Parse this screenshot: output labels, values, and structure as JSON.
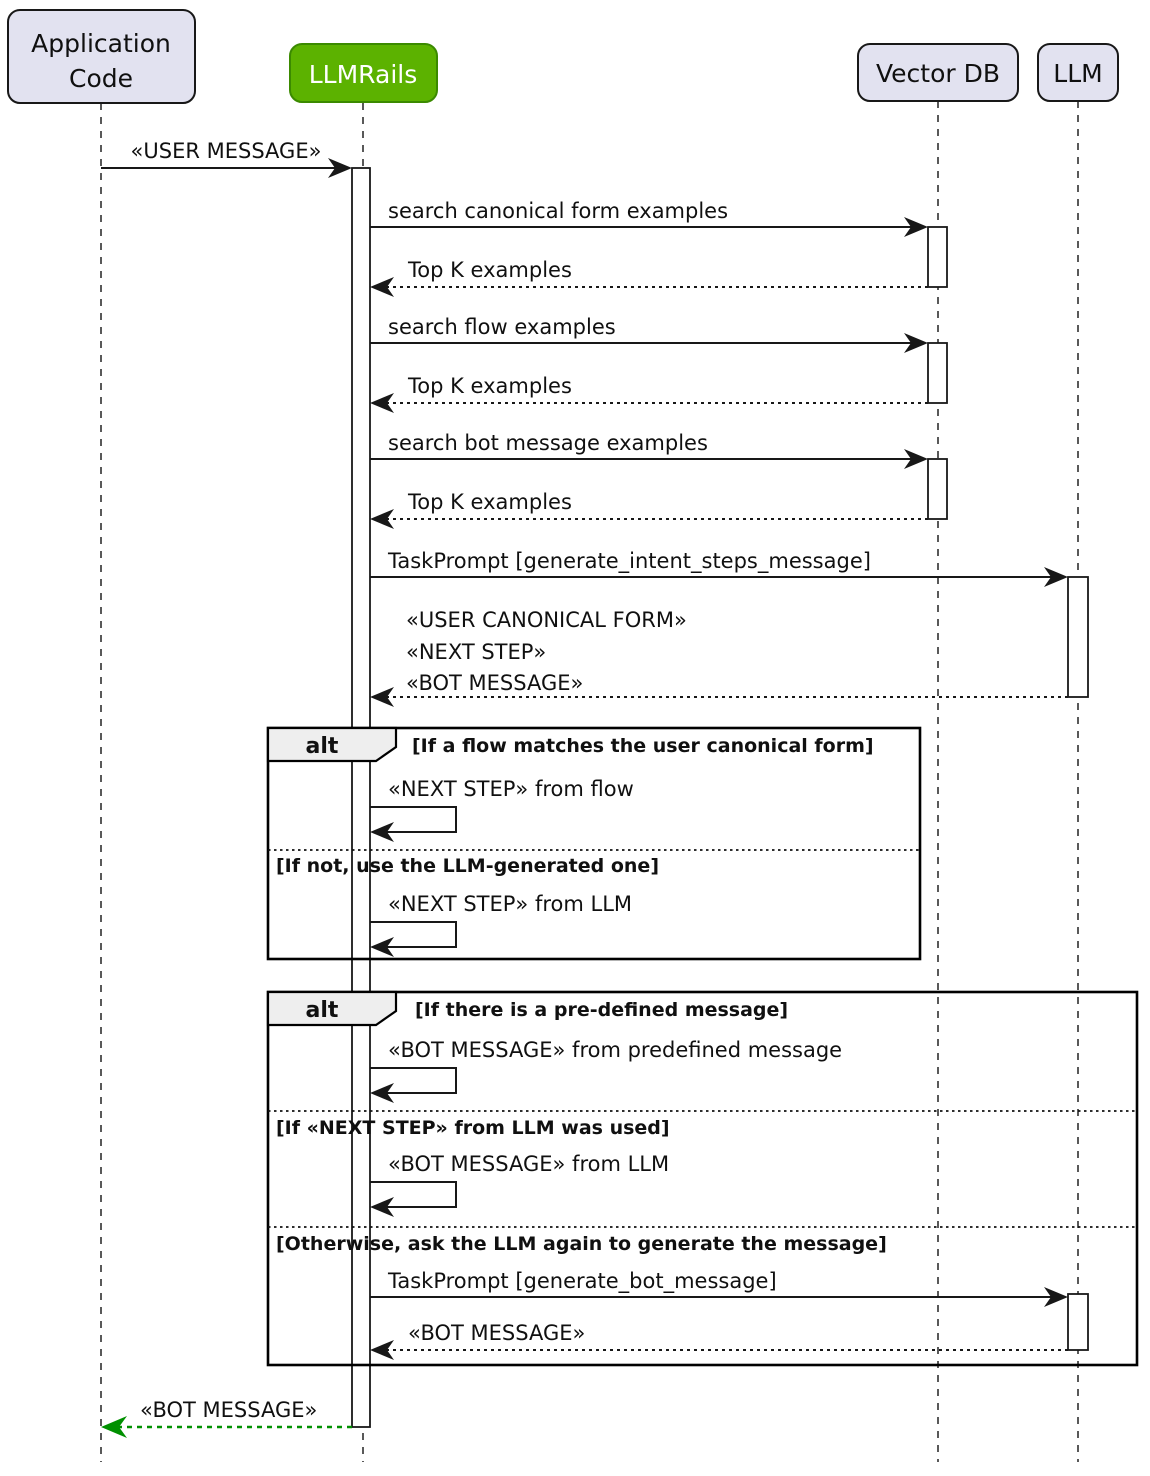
{
  "participants": {
    "app": {
      "line1": "Application",
      "line2": "Code"
    },
    "llmrails": {
      "label": "LLMRails"
    },
    "vectordb": {
      "label": "Vector DB"
    },
    "llm": {
      "label": "LLM"
    }
  },
  "messages": {
    "user_message": "«USER MESSAGE»",
    "search_canonical": "search canonical form examples",
    "topk_1": "Top K examples",
    "search_flow": "search flow examples",
    "topk_2": "Top K examples",
    "search_bot": "search bot message examples",
    "topk_3": "Top K examples",
    "taskprompt_intent": "TaskPrompt [generate_intent_steps_message]",
    "intent_return_1": "«USER CANONICAL FORM»",
    "intent_return_2": "«NEXT STEP»",
    "intent_return_3": "«BOT MESSAGE»",
    "final_bot_message": "«BOT MESSAGE»"
  },
  "alt1": {
    "operator": "alt",
    "guard_1": "[If a flow matches the user canonical form]",
    "msg_1": "«NEXT STEP» from flow",
    "guard_2": "[If not, use the LLM-generated one]",
    "msg_2": "«NEXT STEP» from LLM"
  },
  "alt2": {
    "operator": "alt",
    "guard_1": "[If there is a pre-defined message]",
    "msg_1": "«BOT MESSAGE» from predefined message",
    "guard_2": "[If «NEXT STEP» from LLM was used]",
    "msg_2": "«BOT MESSAGE» from LLM",
    "guard_3": "[Otherwise, ask the LLM again to generate the message]",
    "msg_3": "TaskPrompt [generate_bot_message]",
    "return_1": "«BOT MESSAGE»"
  },
  "colors": {
    "participant_fill": "#E2E2F0",
    "participant_border": "#181818",
    "llmrails_fill": "#5CB200",
    "llmrails_border": "#3B8A00",
    "frame_label_fill": "#EEEEEE",
    "line": "#181818",
    "return_green": "#009000"
  }
}
